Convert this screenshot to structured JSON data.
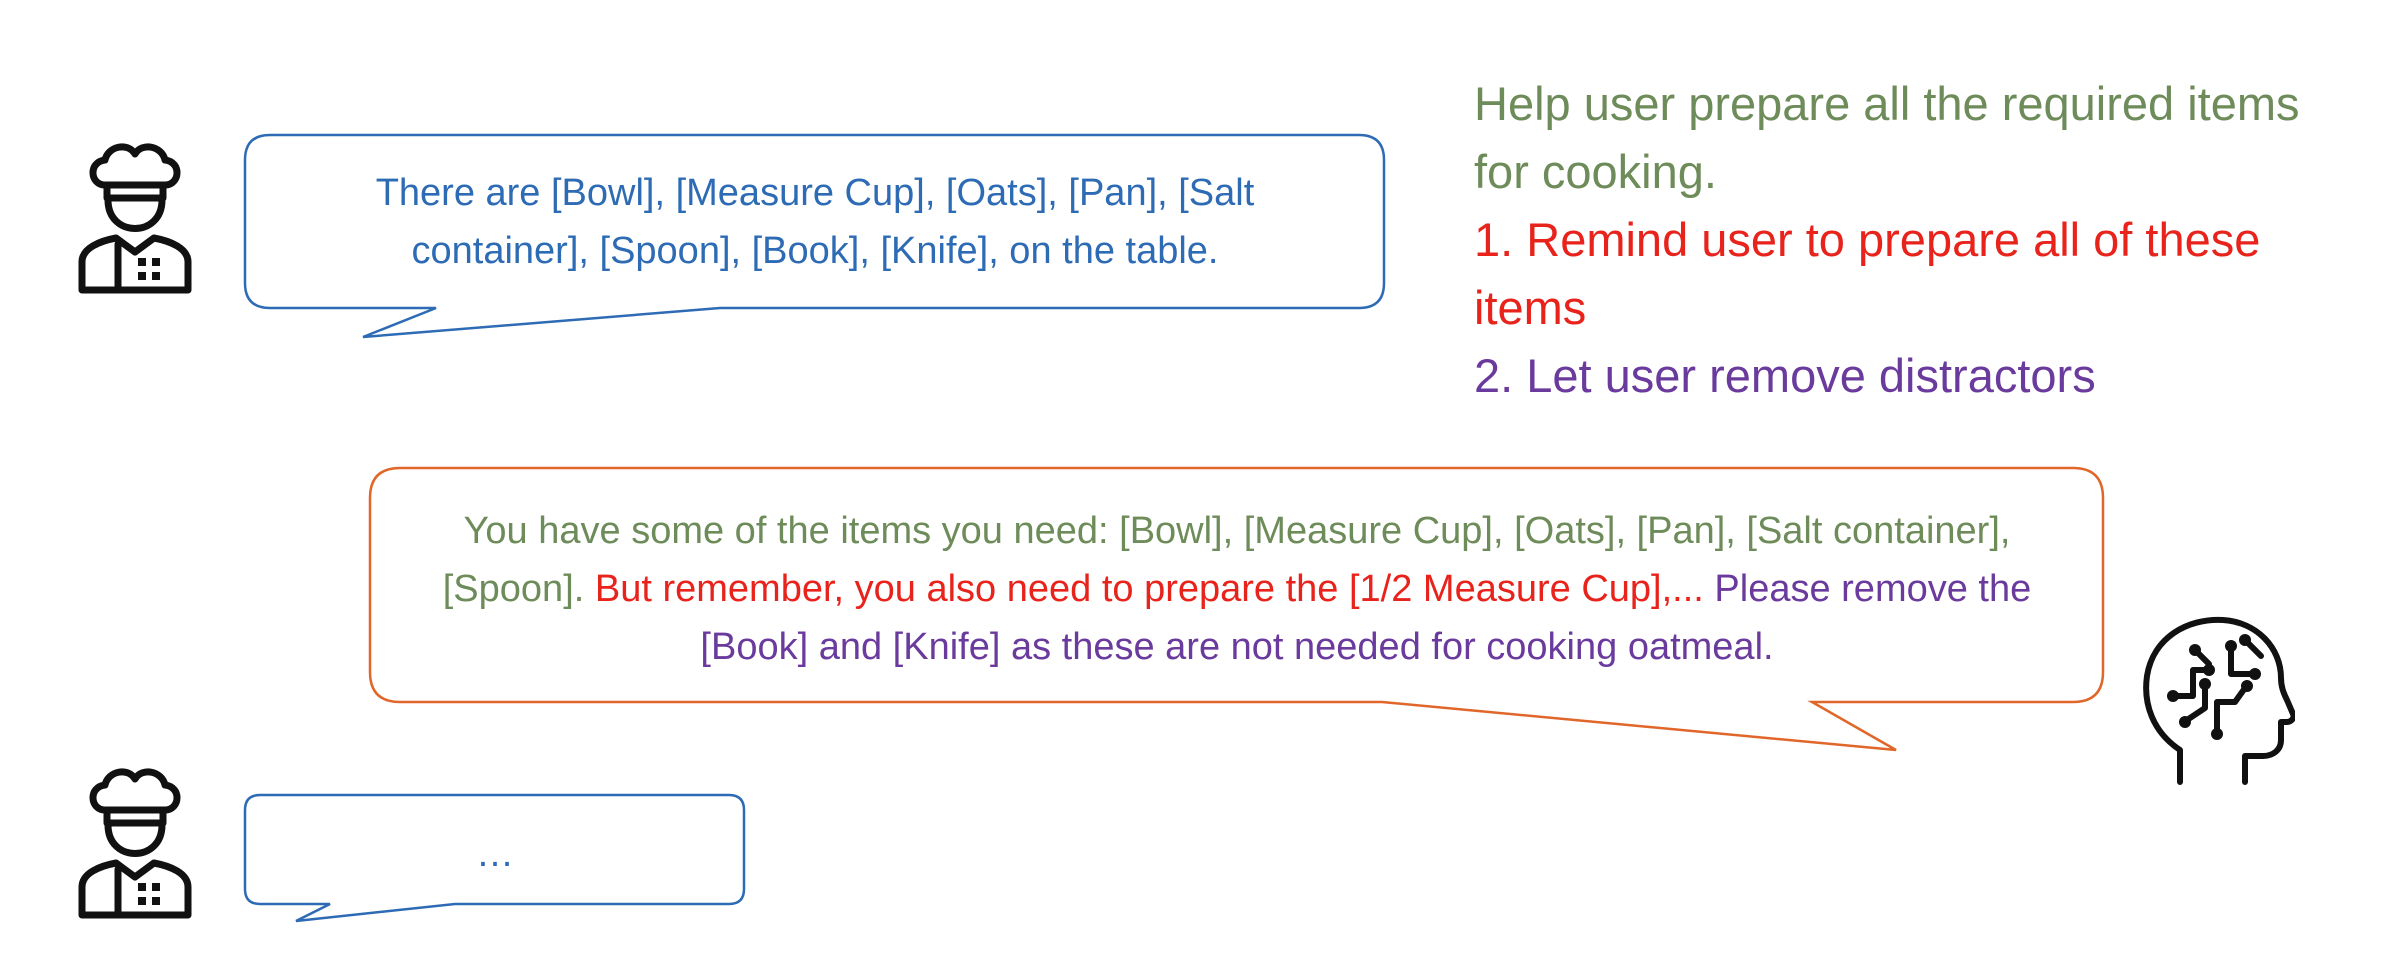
{
  "colors": {
    "user_blue": "#2e6bb5",
    "assistant_orange": "#e0662a",
    "goal_green": "#6e8b5a",
    "remind_red": "#e8231c",
    "remove_purple": "#6a3a9c",
    "icon_black": "#111111"
  },
  "icons": {
    "user_top": "chef-icon",
    "assistant": "ai-brain-icon",
    "user_bottom": "chef-icon"
  },
  "user_message_1": {
    "text": "There are [Bowl], [Measure Cup], [Oats], [Pan], [Salt container], [Spoon], [Book], [Knife], on the table."
  },
  "goal": {
    "title_line1": "Help user prepare all the required items",
    "title_line2": "for cooking.",
    "item1_line1": "1. Remind user to prepare all of these",
    "item1_line2": "items",
    "item2": "2. Let user remove distractors"
  },
  "assistant_message": {
    "green_part": "You have some of the items you need: [Bowl], [Measure Cup], [Oats], [Pan], [Salt container], [Spoon].",
    "red_part": "But remember, you also need to prepare the [1/2 Measure Cup],...",
    "purple_part": "Please remove the [Book] and [Knife] as these are not needed for cooking oatmeal."
  },
  "user_message_2": {
    "text": "…"
  }
}
